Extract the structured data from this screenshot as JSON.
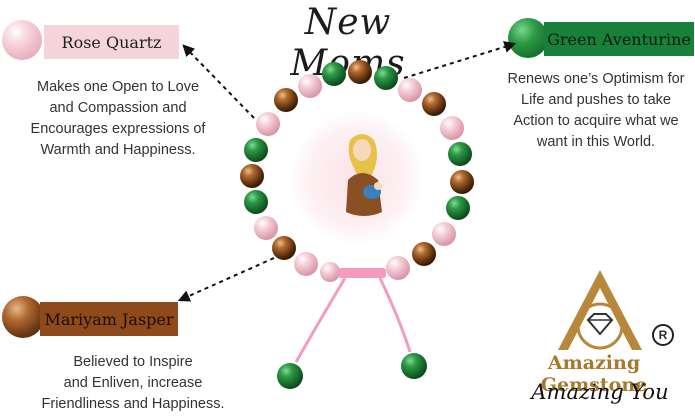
{
  "title": "New Moms",
  "stones": {
    "rose_quartz": {
      "name": "Rose Quartz",
      "description": [
        "Makes one Open to Love",
        "and Compassion and",
        "Encourages expressions of",
        "Warmth and Happiness."
      ]
    },
    "green_aventurine": {
      "name": "Green Aventurine",
      "description": [
        "Renews one’s Optimism for",
        "Life and pushes to take",
        "Action to acquire what we",
        "want in this World."
      ]
    },
    "mariyam_jasper": {
      "name": "Mariyam Jasper",
      "description": [
        "Believed to Inspire",
        "and Enliven, increase",
        "Friendliness and Happiness."
      ]
    }
  },
  "brand": {
    "name": "Amazing Gemstone",
    "tagline": "Amazing You",
    "registered": "R"
  },
  "colors": {
    "rose": "#f6d4dc",
    "green": "#17813a",
    "jasper": "#8f4a1b",
    "brand_gold": "#a9782b"
  }
}
